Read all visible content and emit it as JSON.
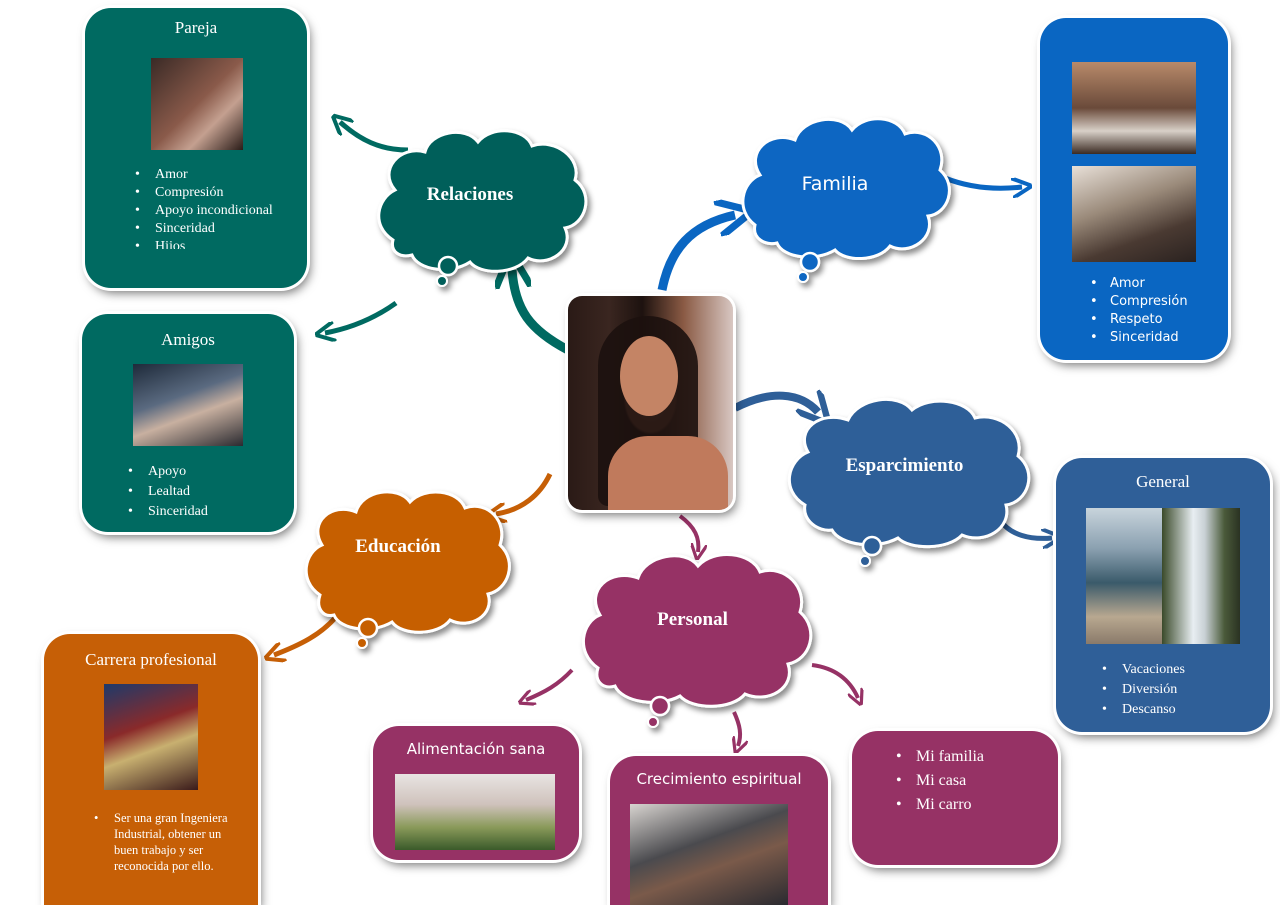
{
  "center": {
    "photo": "person-portrait"
  },
  "clouds": {
    "relaciones": "Relaciones",
    "familia": "Familia",
    "esparcimiento": "Esparcimiento",
    "educacion": "Educación",
    "personal": "Personal"
  },
  "pareja": {
    "title": "Pareja",
    "items": [
      "Amor",
      "Compresión",
      "Apoyo incondicional",
      "Sinceridad",
      "Hijos"
    ]
  },
  "amigos": {
    "title": "Amigos",
    "items": [
      "Apoyo",
      "Lealtad",
      "Sinceridad"
    ]
  },
  "familia_box": {
    "items": [
      "Amor",
      "Compresión",
      "Respeto",
      "Sinceridad"
    ]
  },
  "general": {
    "title": "General",
    "items": [
      "Vacaciones",
      "Diversión",
      "Descanso"
    ]
  },
  "carrera": {
    "title": "Carrera profesional",
    "items": [
      "Ser una gran Ingeniera Industrial, obtener un buen trabajo y ser reconocida por ello."
    ]
  },
  "alimentacion": {
    "title": "Alimentación sana"
  },
  "crecimiento": {
    "title": "Crecimiento espiritual"
  },
  "personal_box": {
    "items": [
      "Mi familia",
      "Mi casa",
      "Mi carro"
    ]
  },
  "colors": {
    "relaciones": "#005f5a",
    "familia": "#0a66c2",
    "esparcimiento": "#2f5f98",
    "educacion": "#c65f06",
    "personal": "#963265"
  }
}
